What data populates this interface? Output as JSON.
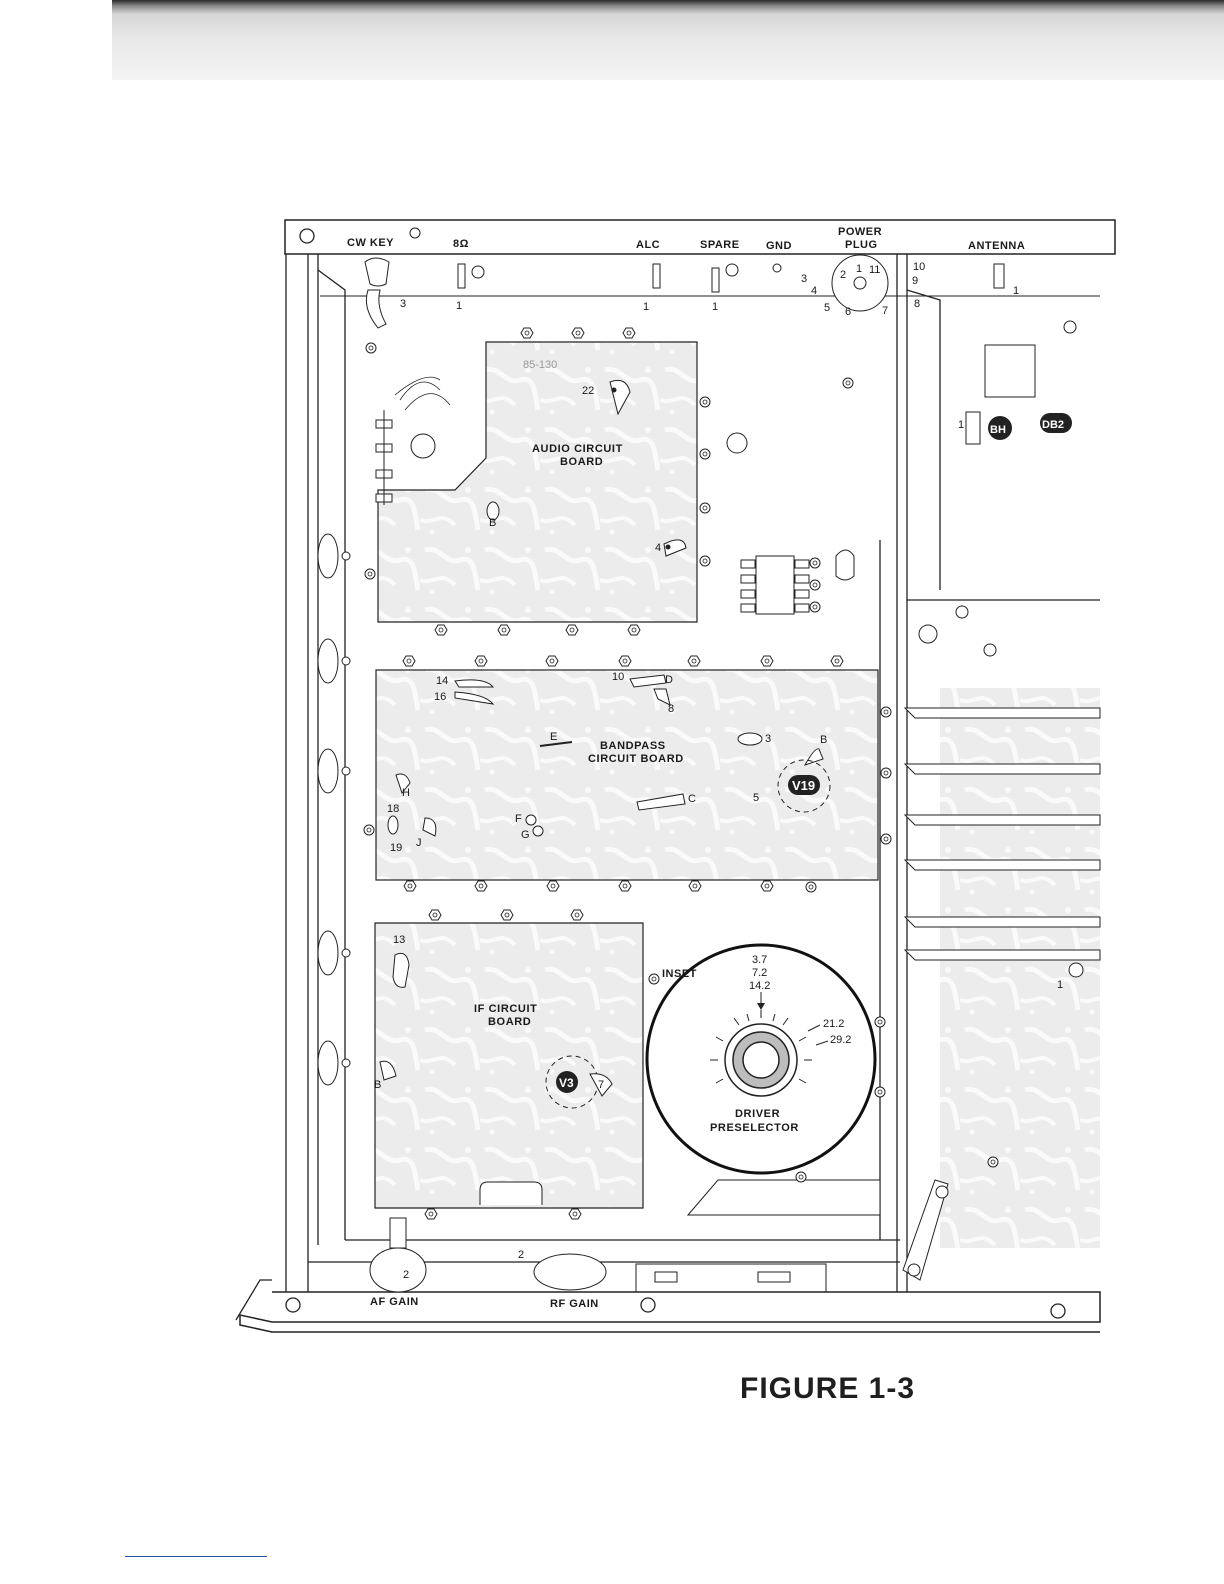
{
  "rear_panel": {
    "cw_key": "CW KEY",
    "eight_ohm": "8Ω",
    "alc": "ALC",
    "spare": "SPARE",
    "gnd": "GND",
    "power": "POWER",
    "plug": "PLUG",
    "antenna": "ANTENNA"
  },
  "pins": {
    "cw_key_pin": "3",
    "eight_ohm_pin": "1",
    "alc_pin": "1",
    "spare_pin": "1",
    "antenna_pin": "1",
    "plug_1": "1",
    "plug_2": "2",
    "plug_3": "3",
    "plug_4": "4",
    "plug_5": "5",
    "plug_6": "6",
    "plug_7": "7",
    "plug_8": "8",
    "plug_9": "9",
    "plug_10": "10",
    "plug_11": "11"
  },
  "audio_board": {
    "line1": "AUDIO CIRCUIT",
    "line2": "BOARD",
    "board_no": "85-130",
    "p22": "22",
    "pB": "B",
    "p4": "4"
  },
  "bandpass_board": {
    "line1": "BANDPASS",
    "line2": "CIRCUIT BOARD",
    "p14": "14",
    "p16": "16",
    "p10": "10",
    "pD": "D",
    "p8": "8",
    "pE": "E",
    "p3": "3",
    "pB": "B",
    "p5": "5",
    "v19": "V19",
    "pC": "C",
    "pH": "H",
    "p18": "18",
    "pF": "F",
    "pG": "G",
    "pJ": "J",
    "p19": "19"
  },
  "if_board": {
    "line1": "IF CIRCUIT",
    "line2": "BOARD",
    "p13": "13",
    "pB": "B",
    "v3": "V3",
    "p7": "7"
  },
  "inset": {
    "title": "INSET",
    "bands": [
      "3.7",
      "7.2",
      "14.2"
    ],
    "band_21": "21.2",
    "band_29": "29.2",
    "line1": "DRIVER",
    "line2": "PRESELECTOR"
  },
  "right_section": {
    "bh": "BH",
    "db2": "DB2",
    "bh_pin": "1",
    "lower_pin": "1"
  },
  "front_panel": {
    "af_gain": "AF GAIN",
    "rf_gain": "RF GAIN",
    "af_pin": "2",
    "rf_pin": "2"
  },
  "caption": "FIGURE 1-3"
}
